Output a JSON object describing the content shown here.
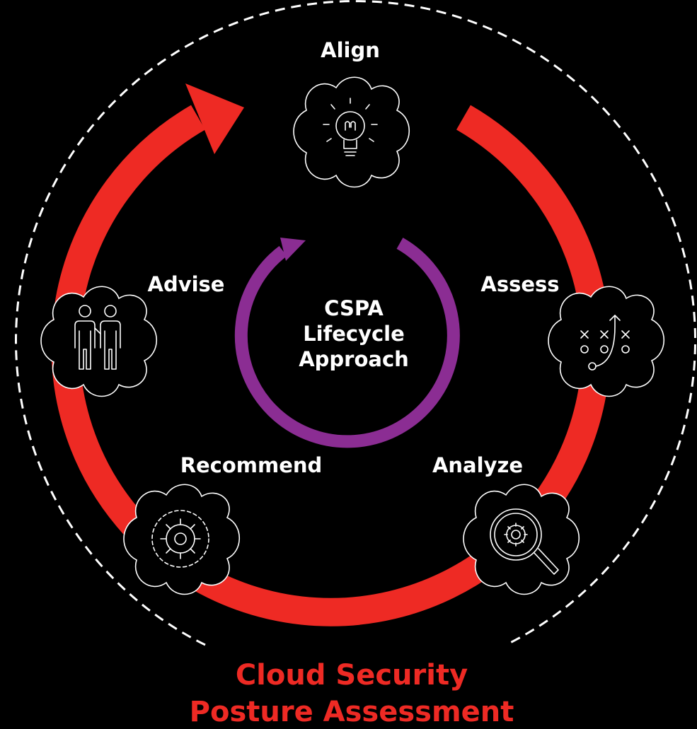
{
  "colors": {
    "background": "#000000",
    "outer_ring": "#ee2a24",
    "inner_ring": "#8b2d93",
    "text": "#ffffff",
    "title": "#ee2a24",
    "dashed_border": "#ffffff"
  },
  "stages": {
    "align": {
      "label": "Align",
      "icon": "lightbulb-icon"
    },
    "assess": {
      "label": "Assess",
      "icon": "strategy-play-icon"
    },
    "analyze": {
      "label": "Analyze",
      "icon": "magnifier-gear-icon"
    },
    "recommend": {
      "label": "Recommend",
      "icon": "gears-icon"
    },
    "advise": {
      "label": "Advise",
      "icon": "two-people-icon"
    }
  },
  "center": {
    "line1": "CSPA",
    "line2": "Lifecycle",
    "line3": "Approach"
  },
  "footer": {
    "line1": "Cloud Security",
    "line2": "Posture Assessment"
  }
}
